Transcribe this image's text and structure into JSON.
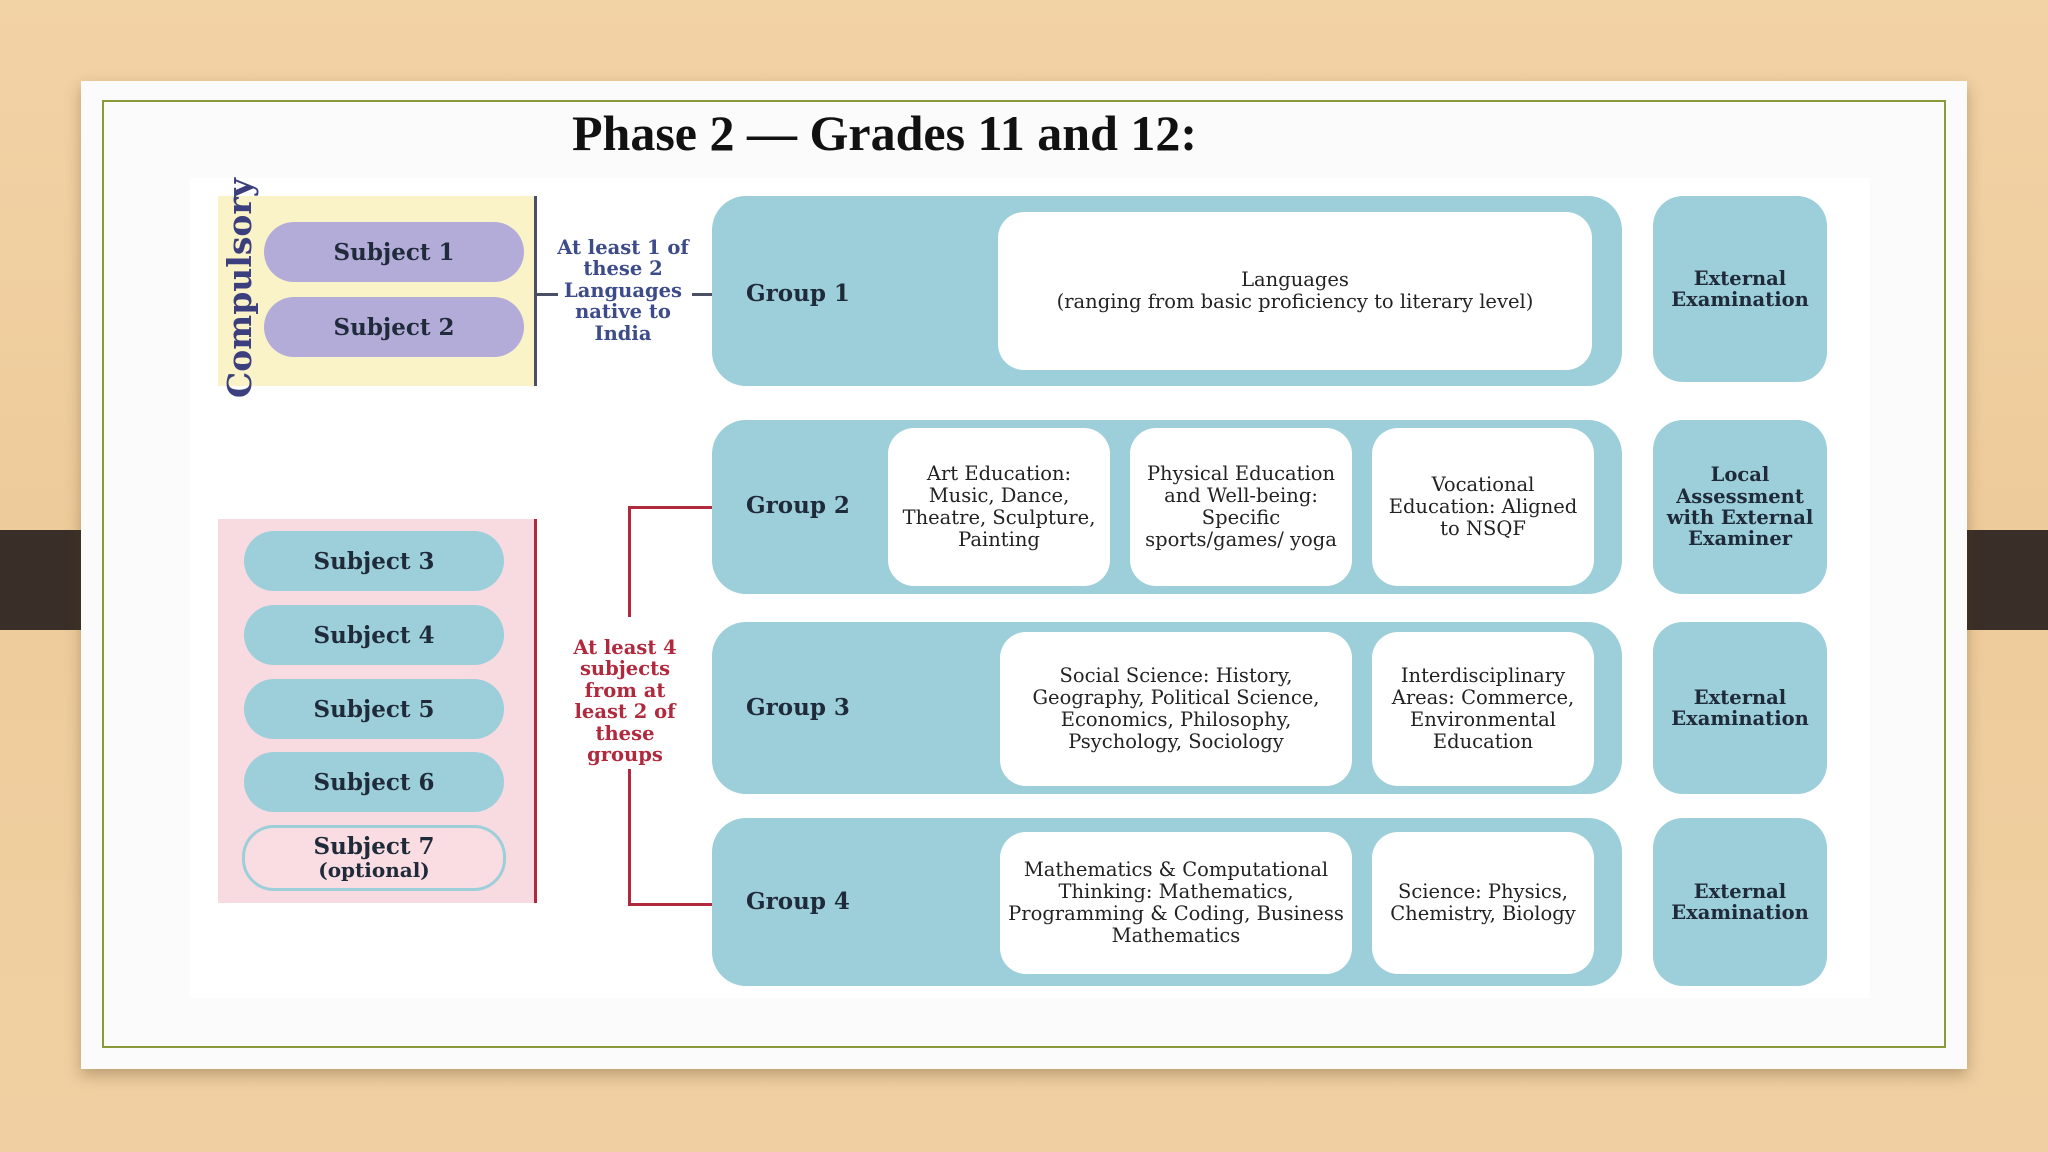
{
  "title": "Phase 2 — Grades 11 and 12:",
  "compulsory": {
    "label": "Compulsory",
    "subjects": [
      "Subject 1",
      "Subject 2"
    ],
    "note": "At least 1 of these 2 Languages native to India"
  },
  "electives": {
    "subjects": [
      "Subject 3",
      "Subject 4",
      "Subject 5",
      "Subject 6",
      "Subject 7"
    ],
    "optional_tag": "(optional)",
    "note": "At least 4 subjects from at least 2 of these groups"
  },
  "groups": [
    {
      "label": "Group 1",
      "areas": [
        "Languages\n(ranging from basic proficiency to literary level)"
      ],
      "assessment": "External Examination"
    },
    {
      "label": "Group 2",
      "areas": [
        "Art Education: Music, Dance, Theatre, Sculpture, Painting",
        "Physical Education and Well-being: Specific sports/games/ yoga",
        "Vocational Education: Aligned to NSQF"
      ],
      "assessment": "Local Assessment with External Examiner"
    },
    {
      "label": "Group 3",
      "areas": [
        "Social Science: History, Geography, Political Science, Economics, Philosophy, Psychology, Sociology",
        "Interdisciplinary Areas: Commerce, Environmental Education"
      ],
      "assessment": "External Examination"
    },
    {
      "label": "Group 4",
      "areas": [
        "Mathematics & Computational Thinking: Mathematics, Programming & Coding, Business Mathematics",
        "Science: Physics, Chemistry, Biology"
      ],
      "assessment": "External Examination"
    }
  ],
  "colors": {
    "group_fill": "#9ccfda",
    "purple_pill": "#b3acd9",
    "compulsory_bg": "#fbf3c8",
    "elective_bg": "#f7dbe0",
    "accent_red": "#b0293d",
    "accent_blue": "#3d4b8a"
  }
}
